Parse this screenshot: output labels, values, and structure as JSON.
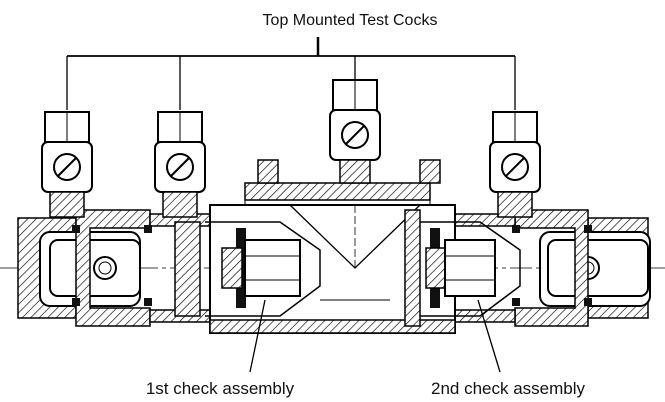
{
  "labels": {
    "top": "Top Mounted Test Cocks",
    "first_check": "1st check assembly",
    "second_check": "2nd check assembly"
  }
}
